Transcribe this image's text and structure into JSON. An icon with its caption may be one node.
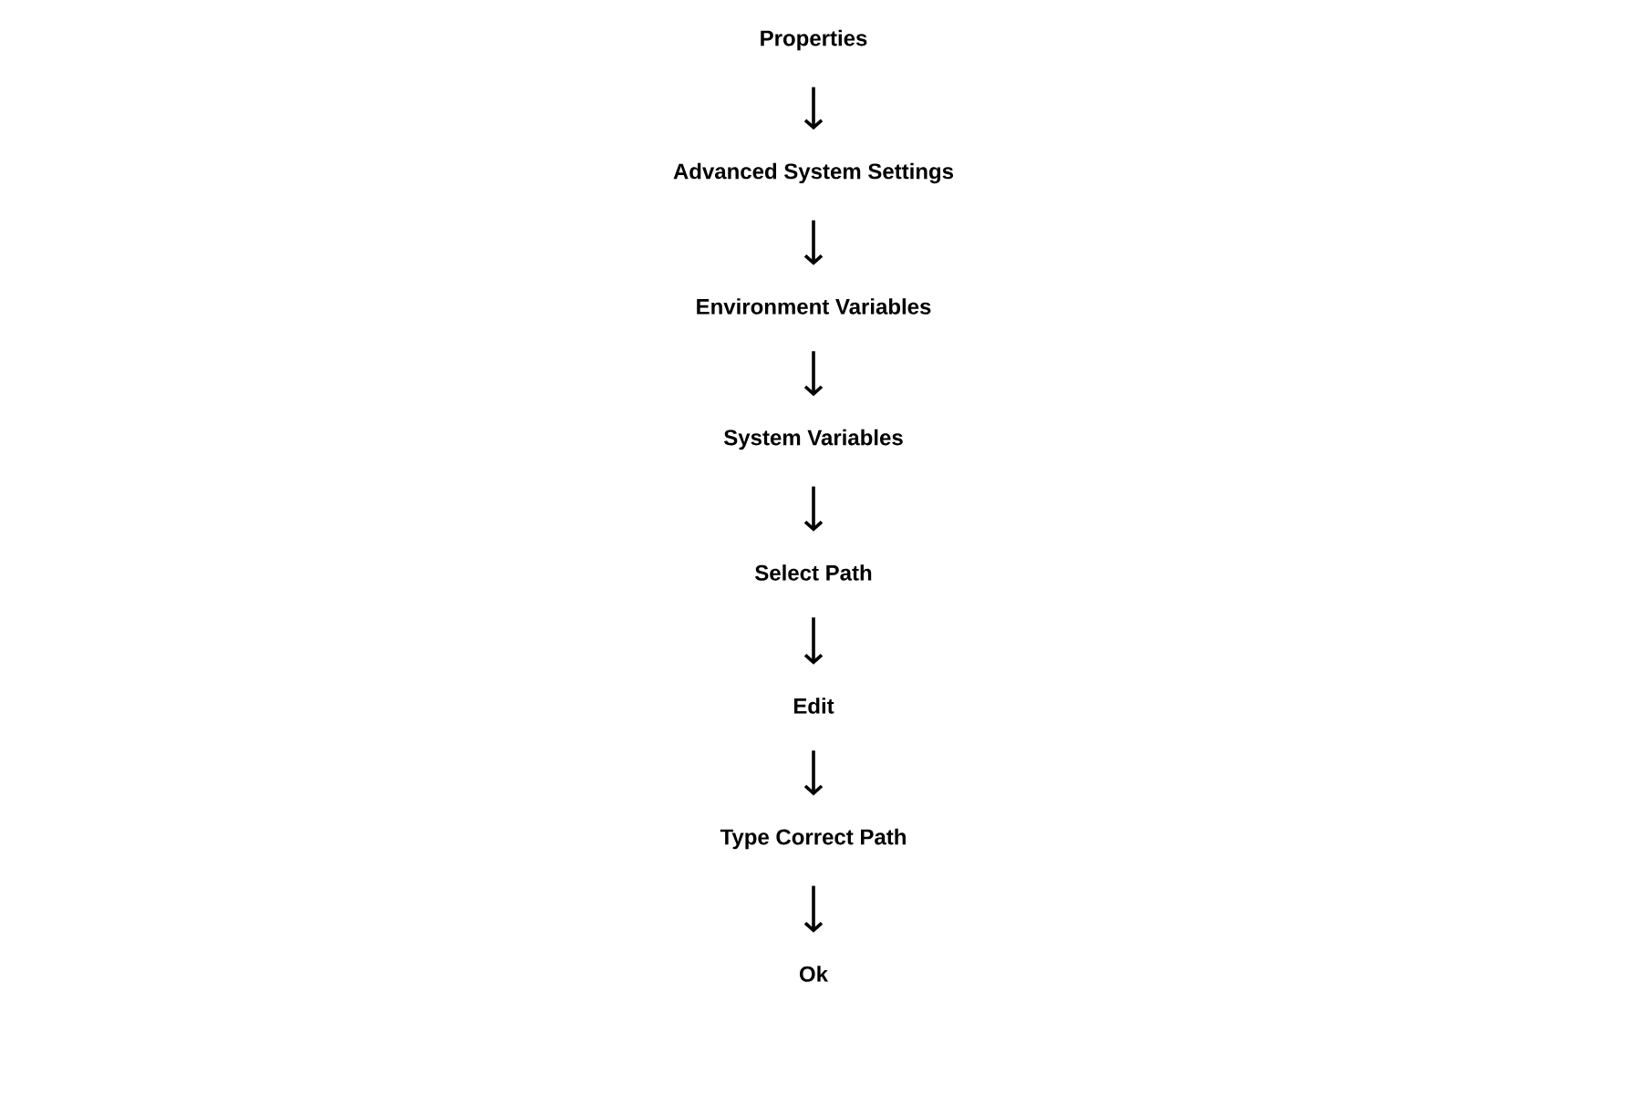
{
  "diagram": {
    "nodes": [
      {
        "text": [
          "Properties"
        ]
      },
      {
        "text": [
          "Advanced System Settings"
        ]
      },
      {
        "text": [
          "Environment Variables"
        ]
      },
      {
        "text": [
          "System Variables"
        ]
      },
      {
        "text": [
          "Select Path"
        ]
      },
      {
        "text": [
          "Edit"
        ]
      },
      {
        "text": [
          "Type Correct Path"
        ]
      },
      {
        "text": [
          "Ok"
        ]
      }
    ],
    "edges": [
      {
        "from": 0,
        "to": 1,
        "arrow": "to"
      },
      {
        "from": 1,
        "to": 2,
        "arrow": "to"
      },
      {
        "from": 2,
        "to": 3,
        "arrow": "to"
      },
      {
        "from": 3,
        "to": 4,
        "arrow": "to"
      },
      {
        "from": 4,
        "to": 5,
        "arrow": "to"
      },
      {
        "from": 5,
        "to": 6,
        "arrow": "to"
      },
      {
        "from": 6,
        "to": 7,
        "arrow": "to"
      }
    ]
  }
}
